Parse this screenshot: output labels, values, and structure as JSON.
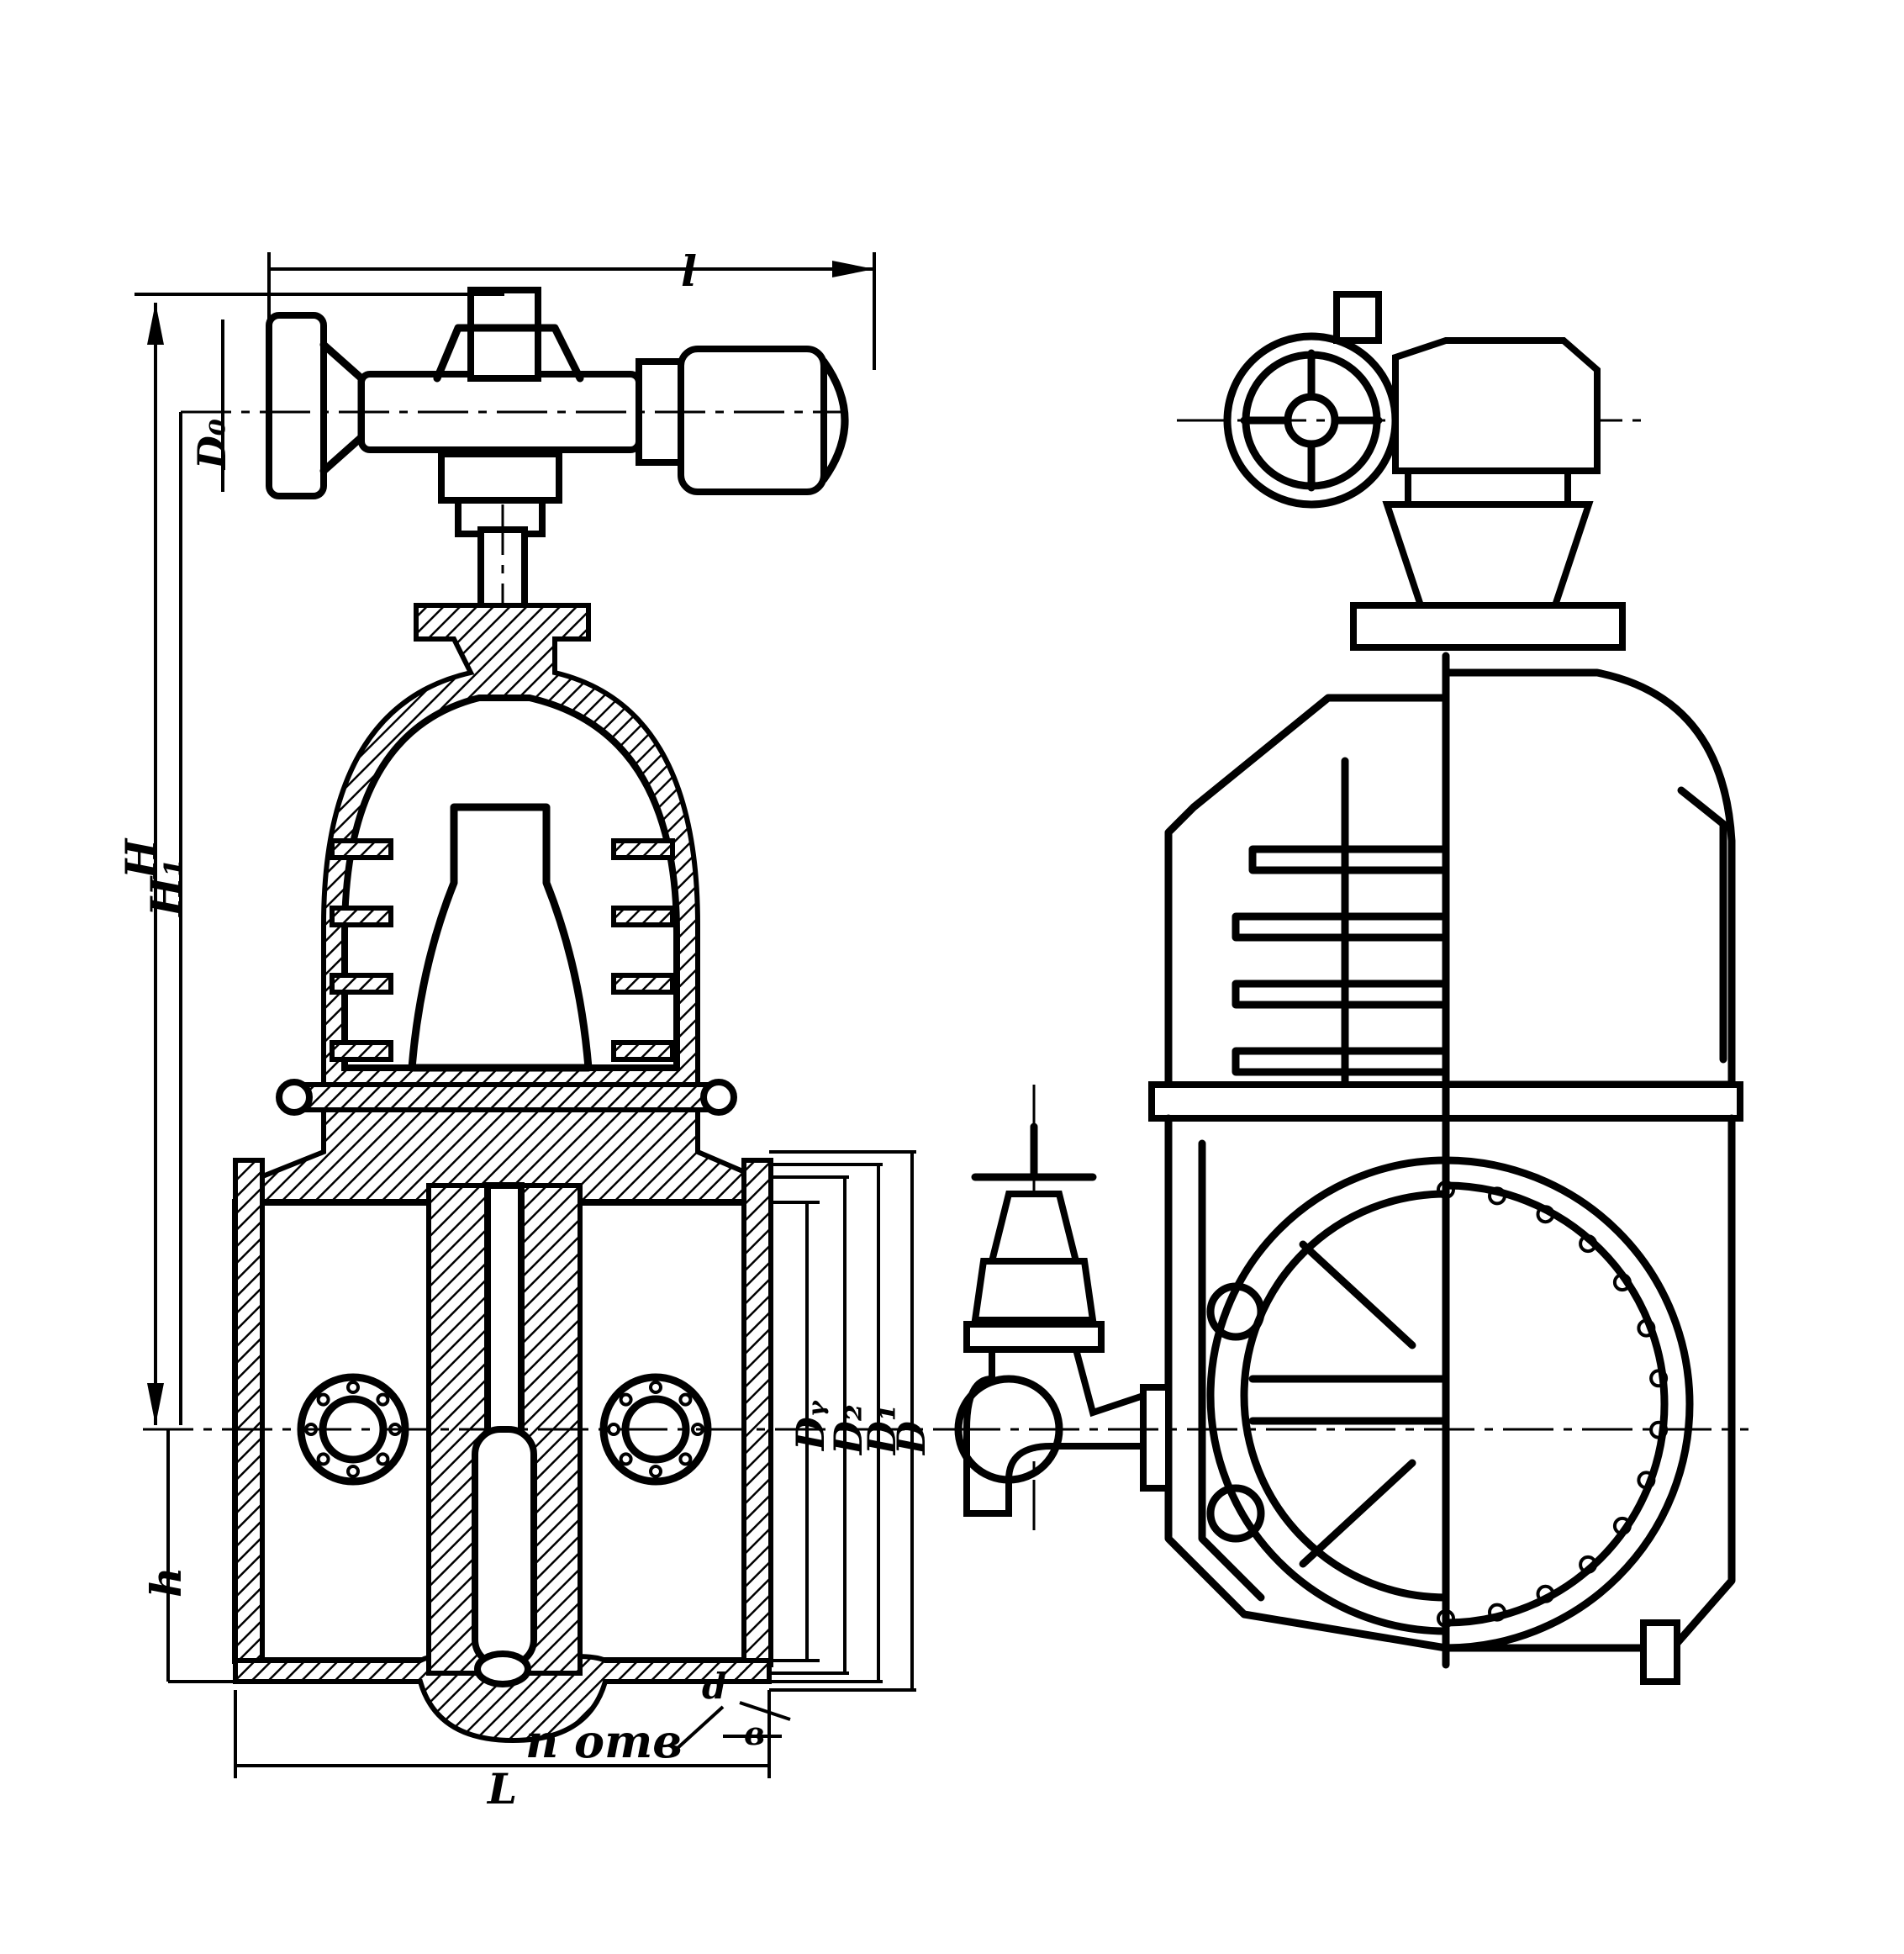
{
  "labels": {
    "dim_l": "l",
    "dim_D0": "D₀",
    "dim_H": "H",
    "dim_H1": "H₁",
    "dim_h": "h",
    "dim_L": "L",
    "dim_Dy": "Dᵧ",
    "dim_D2": "D₂",
    "dim_D1": "D₁",
    "dim_D": "D",
    "dim_d": "d",
    "dim_b": "в",
    "holes_note": "n отв"
  },
  "colors": {
    "ink": "#000000",
    "paper": "#ffffff"
  }
}
